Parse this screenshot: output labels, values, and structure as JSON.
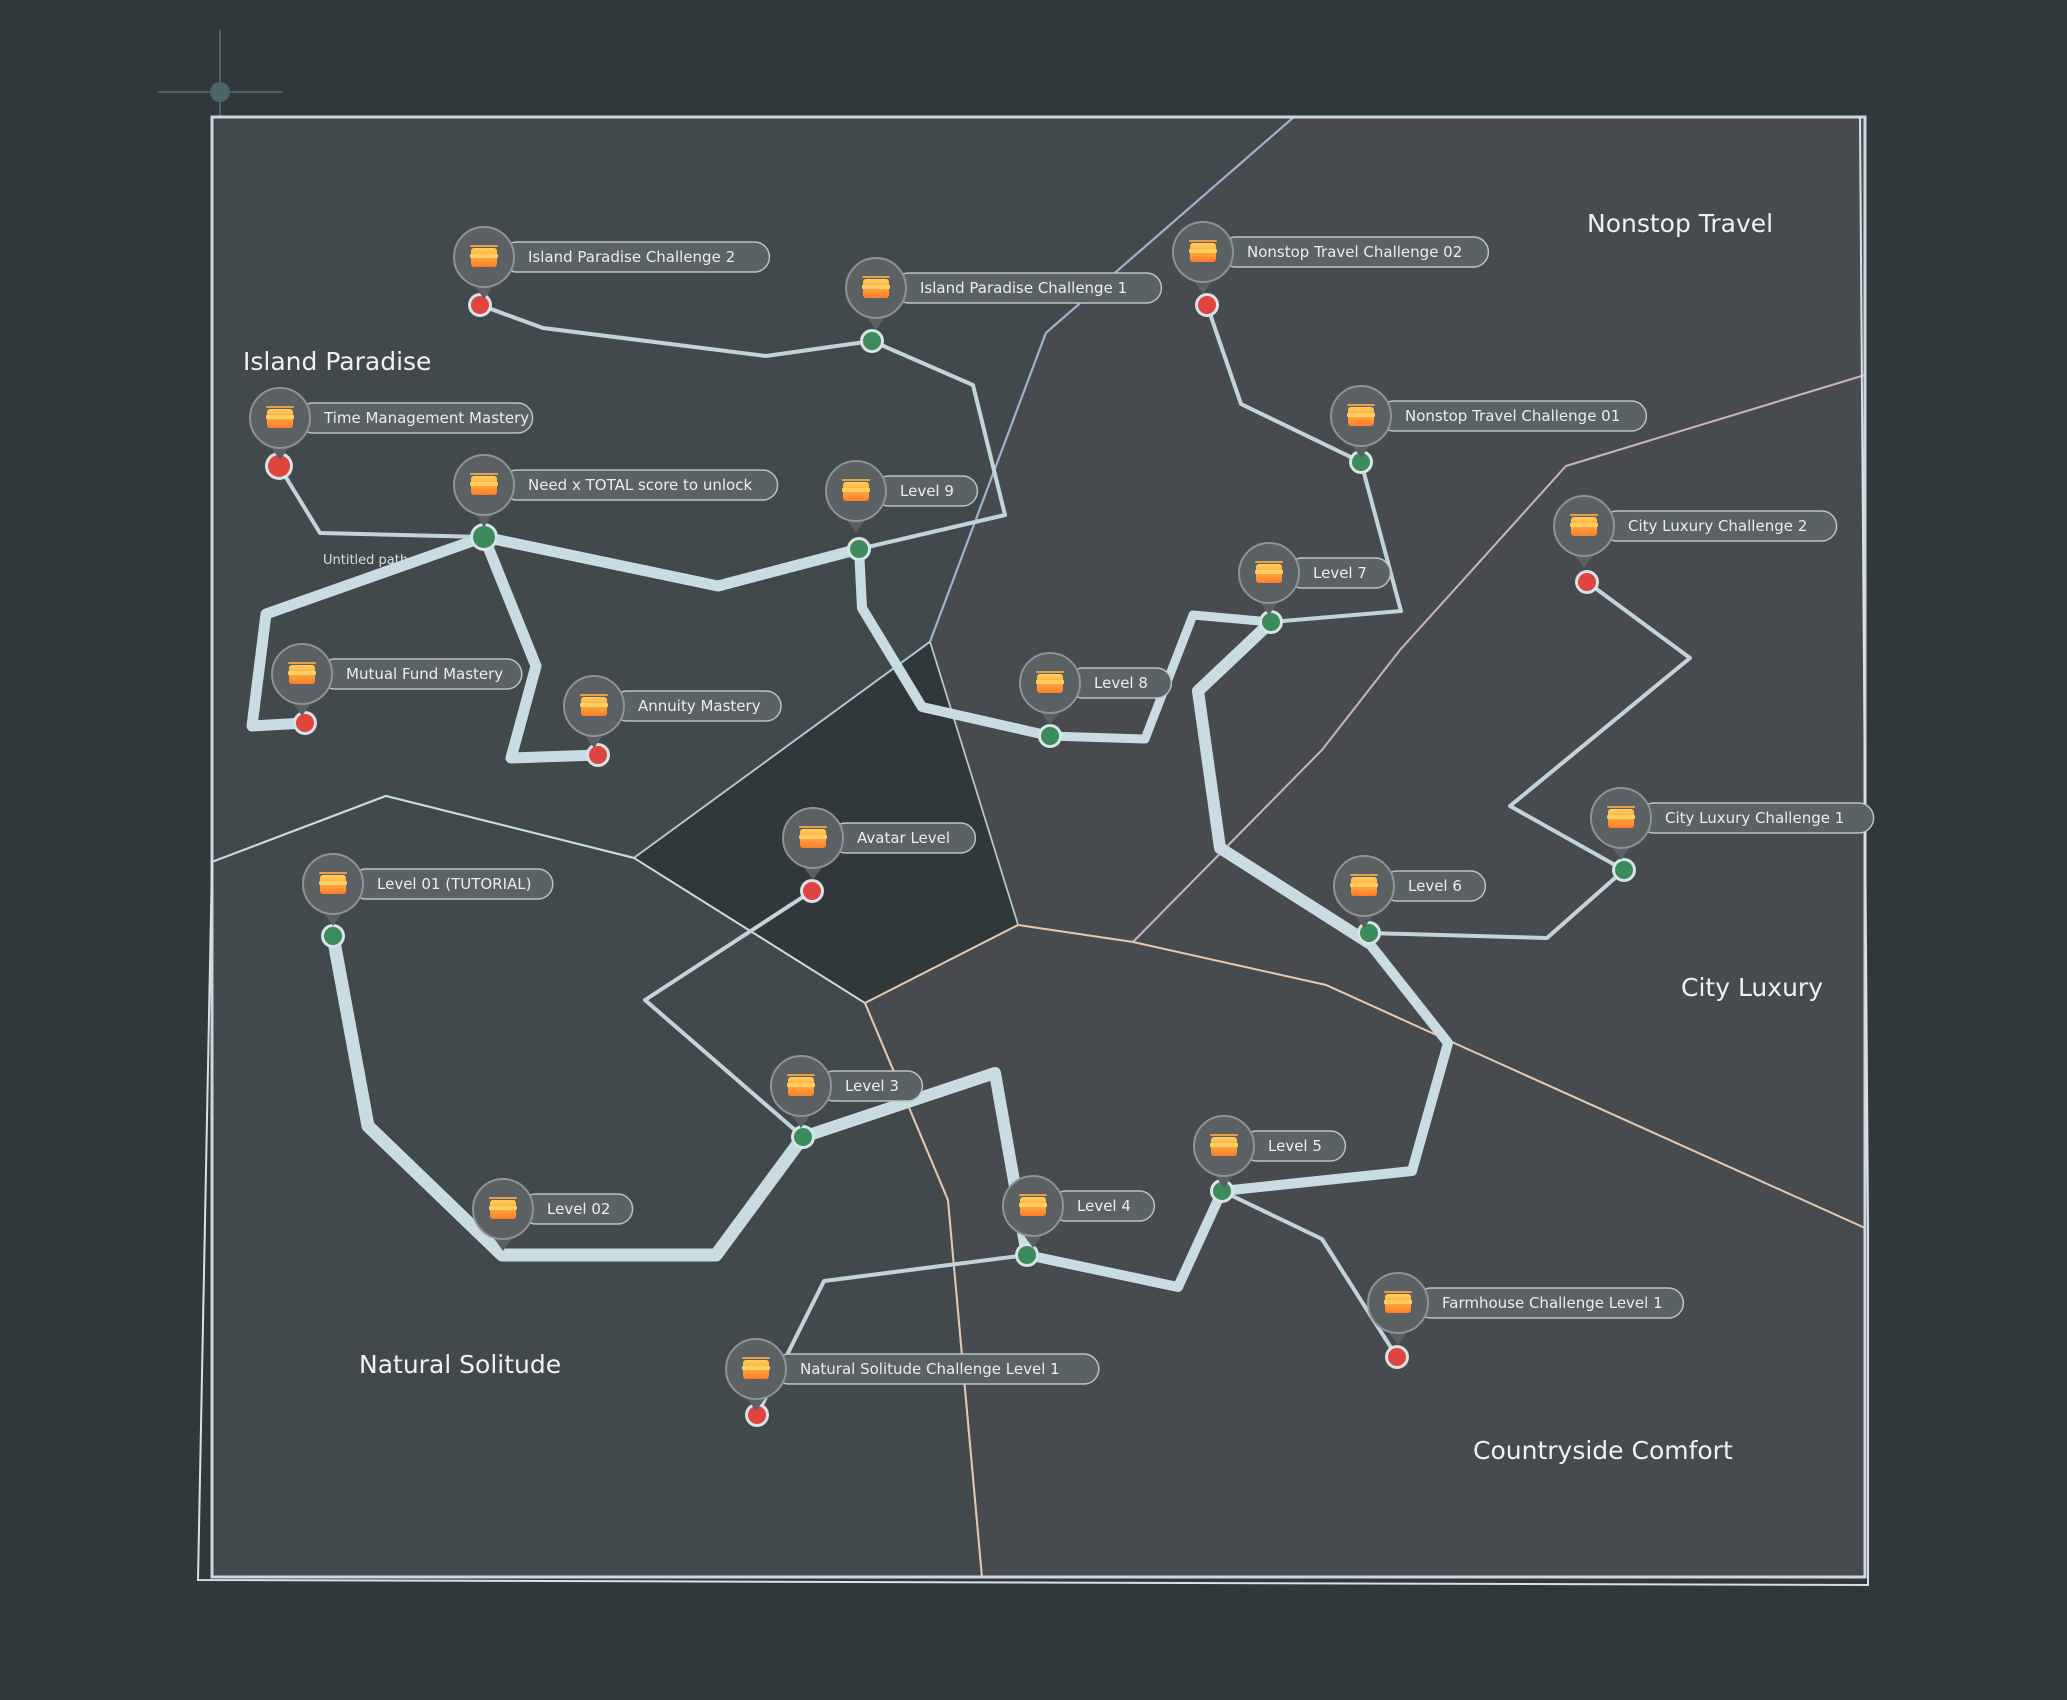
{
  "regions": {
    "island_paradise": "Island Paradise",
    "nonstop_travel": "Nonstop Travel",
    "city_luxury": "City Luxury",
    "natural_solitude": "Natural Solitude",
    "countryside_comfort": "Countryside Comfort"
  },
  "path_label": "Untitled path",
  "nodes": {
    "island_paradise_challenge_2": {
      "label": "Island Paradise Challenge 2",
      "status": "locked"
    },
    "island_paradise_challenge_1": {
      "label": "Island Paradise Challenge 1",
      "status": "unlocked"
    },
    "time_management_mastery": {
      "label": "Time Management Mastery",
      "status": "locked"
    },
    "need_total_score": {
      "label": "Need x TOTAL score to unlock",
      "status": "unlocked"
    },
    "level_9": {
      "label": "Level 9",
      "status": "unlocked"
    },
    "mutual_fund_mastery": {
      "label": "Mutual Fund Mastery",
      "status": "locked"
    },
    "annuity_mastery": {
      "label": "Annuity Mastery",
      "status": "locked"
    },
    "nonstop_travel_challenge_02": {
      "label": "Nonstop Travel Challenge 02",
      "status": "locked"
    },
    "nonstop_travel_challenge_01": {
      "label": "Nonstop Travel Challenge 01",
      "status": "unlocked"
    },
    "level_7": {
      "label": "Level 7",
      "status": "unlocked"
    },
    "level_8": {
      "label": "Level 8",
      "status": "unlocked"
    },
    "city_luxury_challenge_2": {
      "label": "City Luxury Challenge 2",
      "status": "locked"
    },
    "city_luxury_challenge_1": {
      "label": "City Luxury Challenge 1",
      "status": "unlocked"
    },
    "level_6": {
      "label": "Level 6",
      "status": "unlocked"
    },
    "avatar_level": {
      "label": "Avatar Level",
      "status": "locked"
    },
    "level_01_tutorial": {
      "label": "Level 01 (TUTORIAL)",
      "status": "unlocked"
    },
    "level_3": {
      "label": "Level 3",
      "status": "unlocked"
    },
    "level_02": {
      "label": "Level 02",
      "status": "unlocked"
    },
    "level_4": {
      "label": "Level 4",
      "status": "unlocked"
    },
    "level_5": {
      "label": "Level 5",
      "status": "unlocked"
    },
    "farmhouse_challenge_level_1": {
      "label": "Farmhouse Challenge Level 1",
      "status": "locked"
    },
    "natural_solitude_challenge_level_1": {
      "label": "Natural Solitude Challenge Level 1",
      "status": "locked"
    }
  },
  "colors": {
    "background": "#31383b",
    "unlocked_dot": "#3d8a5a",
    "locked_dot": "#e0443f",
    "icon_top": "#ffb23e",
    "icon_bottom": "#ff7a2b",
    "path": "#c9dce4"
  },
  "icons": {
    "node_icon": "chest-icon",
    "crosshair": "crosshair-icon"
  }
}
